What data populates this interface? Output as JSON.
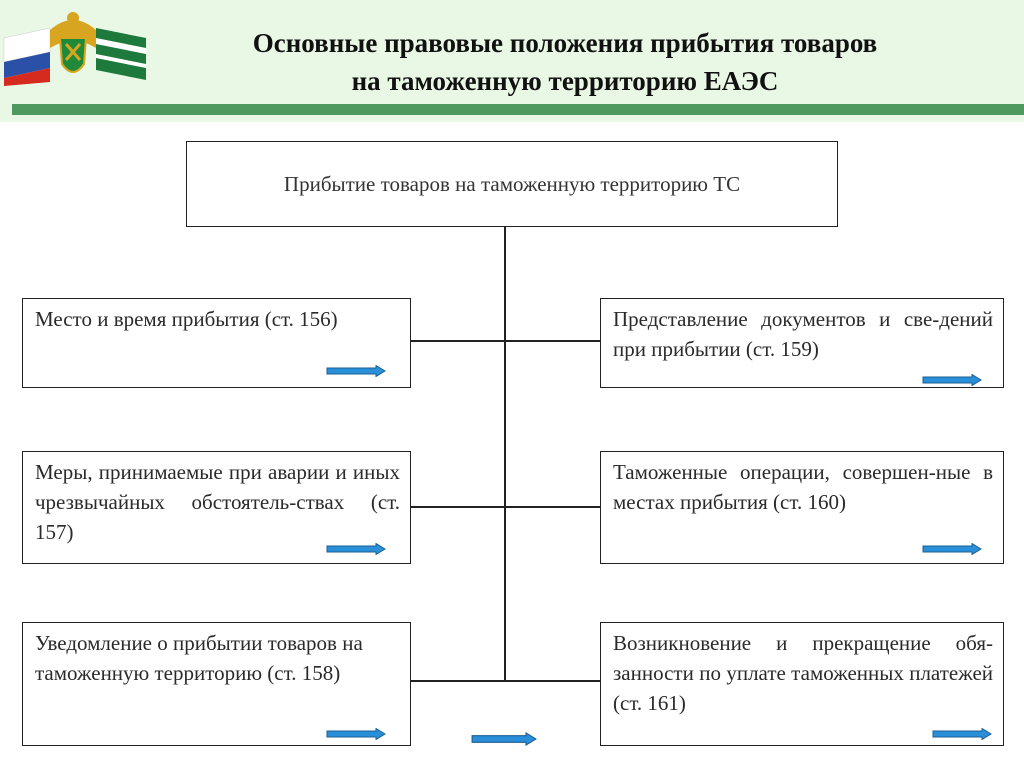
{
  "header": {
    "title_line1": "Основные правовые положения прибытия товаров",
    "title_line2": "на таможенную территорию ЕАЭС",
    "logo_icon": "customs-emblem-flags-icon",
    "colors": {
      "background": "#e9f7e5",
      "bar": "#4e9a5e",
      "arrow": "#2a8fd9"
    }
  },
  "diagram": {
    "root": "Прибытие товаров на таможенную территорию ТС",
    "left": [
      "Место и время прибытия (ст. 156)",
      "Меры, принимаемые при аварии и иных чрезвычайных обстоятель-ствах (ст. 157)",
      "Уведомление о прибытии товаров на таможенную территорию (ст. 158)"
    ],
    "right": [
      "Представление документов и све-дений при прибытии (ст. 159)",
      "Таможенные операции, совершен-ные в местах прибытия (ст. 160)",
      "Возникновение и прекращение обя-занности по уплате таможенных платежей (ст. 161)"
    ]
  }
}
